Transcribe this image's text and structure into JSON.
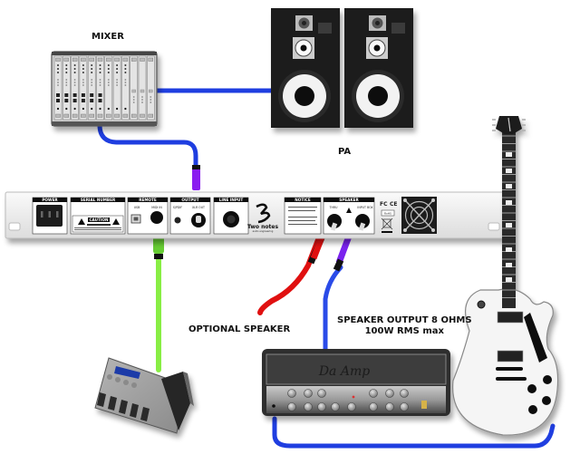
{
  "diagram": {
    "title": "Two notes Torpedo rear-panel connection diagram",
    "labels": {
      "mixer": "MIXER",
      "pa": "PA",
      "optional_speaker": "OPTIONAL SPEAKER",
      "speaker_output_line1": "SPEAKER OUTPUT 8 OHMS",
      "speaker_output_line2": "100W RMS max"
    },
    "device": {
      "brand_line1": "Two notes",
      "brand_line2": "audio engineering",
      "sections": {
        "power": "POWER",
        "serial": "SERIAL NUMBER",
        "remote": "REMOTE",
        "output": "OUTPUT",
        "line_input": "LINE INPUT",
        "notice": "NOTICE",
        "speaker": "SPEAKER"
      },
      "caution": "CAUTION",
      "remote_jacks": [
        "USB",
        "MIDI IN"
      ],
      "output_jacks": [
        "S/PDIF",
        "XLR OUT"
      ],
      "speaker_jacks": [
        "THRU",
        "INPUT BOX"
      ],
      "certifications": [
        "FC",
        "CE",
        "RoHS"
      ]
    },
    "amp": {
      "logo_text": "Da Amp"
    },
    "cables": {
      "mixer_to_pa": {
        "color": "#1f3ee0"
      },
      "mixer_to_output": {
        "color": "#1f3ee0",
        "plug_color": "#8a1cf0"
      },
      "remote_to_pedal": {
        "color": "#88ee44"
      },
      "thru_to_optional": {
        "color": "#e01010"
      },
      "speaker_to_amp": {
        "color": "#2a4be8",
        "plug_color": "#7a22ee"
      },
      "amp_to_guitar": {
        "color": "#1f3ee0"
      }
    }
  }
}
